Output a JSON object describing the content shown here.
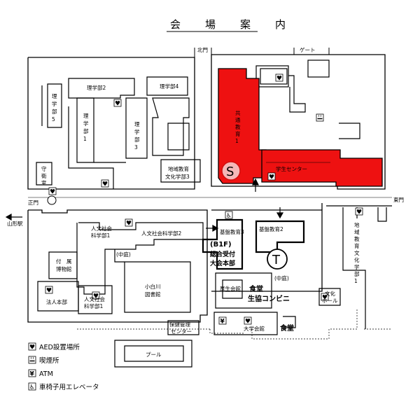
{
  "title": "会　場　案　内",
  "gates": {
    "north": "北門",
    "gate": "ゲート",
    "main": "正門",
    "east": "東門",
    "station": "山形駅"
  },
  "buildings": {
    "science2": "理学部2",
    "science4": "理学部4",
    "science5": [
      "理",
      "学",
      "部",
      "5"
    ],
    "science1": [
      "理",
      "学",
      "部",
      "1"
    ],
    "science3": [
      "理",
      "学",
      "部",
      "3"
    ],
    "guard": [
      "守",
      "衛",
      "室"
    ],
    "regional3": [
      "地域教育",
      "文化学部3"
    ],
    "kyotsu1": [
      "共",
      "通",
      "教",
      "育",
      "1"
    ],
    "gakusei_center": "学生センター",
    "humanities1": [
      "人文社会",
      "科学部1"
    ],
    "humanities2": "人文社会科学部2",
    "nakaniwa1": "(中庭)",
    "museum": [
      "付　属",
      "博物館"
    ],
    "library": [
      "小白川",
      "図書館"
    ],
    "hojin": "法人本部",
    "humanities1b": [
      "人文社会",
      "科学部1"
    ],
    "kiban3": "基盤教育3",
    "kiban2": "基盤教育2",
    "b1f": "(B1F)",
    "reception": [
      "総合受付",
      "大会本部"
    ],
    "nakaniwa2": "(中庭)",
    "welfare": "厚生会館",
    "cafeteria": [
      "食堂",
      "生協コンビニ"
    ],
    "culture_hall": [
      "文化",
      "ホール"
    ],
    "regional1": [
      "地",
      "域",
      "教",
      "育",
      "文",
      "化",
      "学",
      "部",
      "1"
    ],
    "health": [
      "保健管理",
      "センター"
    ],
    "university_hall": "大学会館",
    "cafeteria2": "食堂",
    "pool": "プール"
  },
  "markers": {
    "s": "S",
    "t": "T"
  },
  "legend": [
    {
      "icon": "aed-icon",
      "label": "AED設置場所"
    },
    {
      "icon": "smoking-icon",
      "label": "喫煙所"
    },
    {
      "icon": "atm-icon",
      "label": "ATM"
    },
    {
      "icon": "wheelchair-icon",
      "label": "車椅子用エレベータ"
    }
  ],
  "icon_glyphs": {
    "aed": "♥",
    "atm": "¥",
    "wheelchair": "♿"
  },
  "colors": {
    "highlight": "#ee1111",
    "line": "#000000",
    "marker_s_fill": "#f4b8b8",
    "marker_s_stroke": "#d01010"
  }
}
